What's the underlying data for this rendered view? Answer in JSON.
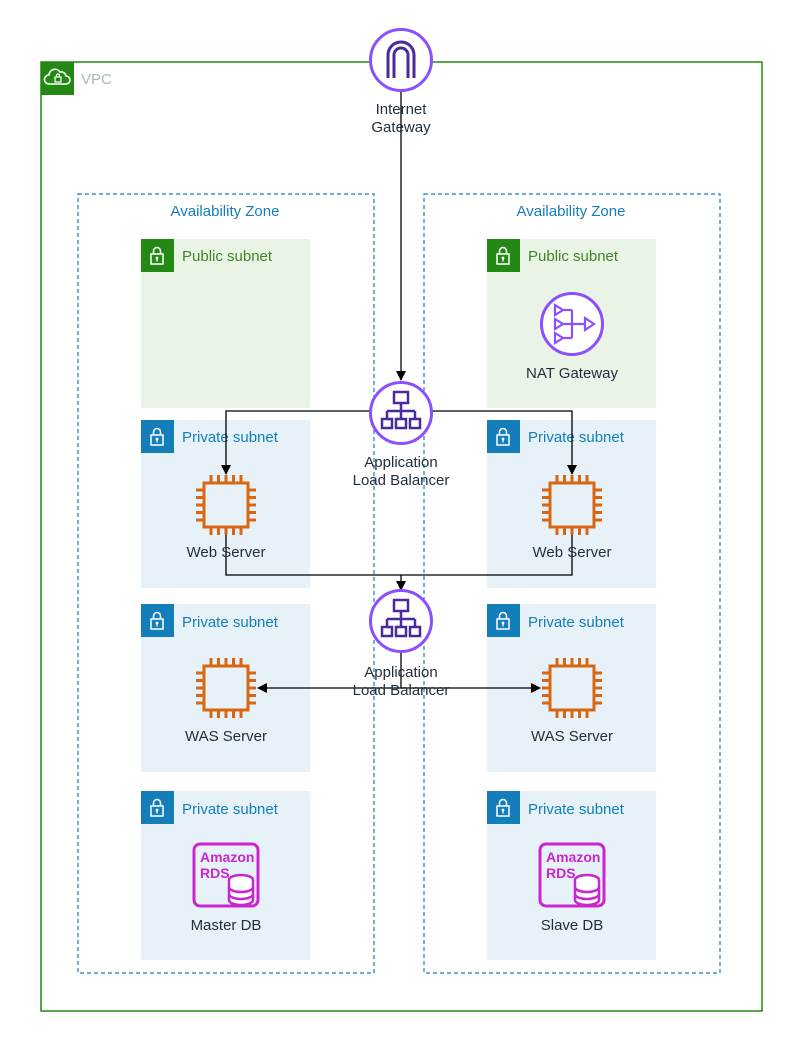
{
  "vpc": {
    "label": "VPC",
    "color": "#248814"
  },
  "availability_zones": [
    {
      "label": "Availability Zone"
    },
    {
      "label": "Availability Zone"
    }
  ],
  "subnets": {
    "public_label": "Public subnet",
    "private_label": "Private subnet",
    "public_color": "#248814",
    "public_fill": "#e9f3e6",
    "private_color": "#147eba",
    "private_fill": "#e6f2f8"
  },
  "nodes": {
    "internet_gateway": {
      "line1": "Internet",
      "line2": "Gateway",
      "icon": "internet-gateway-icon",
      "color": "#8c4fff"
    },
    "nat_gateway": {
      "label": "NAT Gateway",
      "icon": "nat-gateway-icon",
      "color": "#8c4fff"
    },
    "alb_web": {
      "line1": "Application",
      "line2": "Load Balancer",
      "icon": "load-balancer-icon",
      "color": "#8c4fff"
    },
    "alb_was": {
      "line1": "Application",
      "line2": "Load Balancer",
      "icon": "load-balancer-icon",
      "color": "#8c4fff"
    },
    "web_server_left": {
      "label": "Web Server",
      "icon": "ec2-instance-icon",
      "color": "#d86613"
    },
    "web_server_right": {
      "label": "Web Server",
      "icon": "ec2-instance-icon",
      "color": "#d86613"
    },
    "was_server_left": {
      "label": "WAS Server",
      "icon": "ec2-instance-icon",
      "color": "#d86613"
    },
    "was_server_right": {
      "label": "WAS Server",
      "icon": "ec2-instance-icon",
      "color": "#d86613"
    },
    "master_db": {
      "label": "Master DB",
      "icon": "amazon-rds-icon",
      "color": "#c925d1"
    },
    "slave_db": {
      "label": "Slave DB",
      "icon": "amazon-rds-icon",
      "color": "#c925d1"
    }
  },
  "rds_icon_text": {
    "line1": "Amazon",
    "line2": "RDS"
  }
}
